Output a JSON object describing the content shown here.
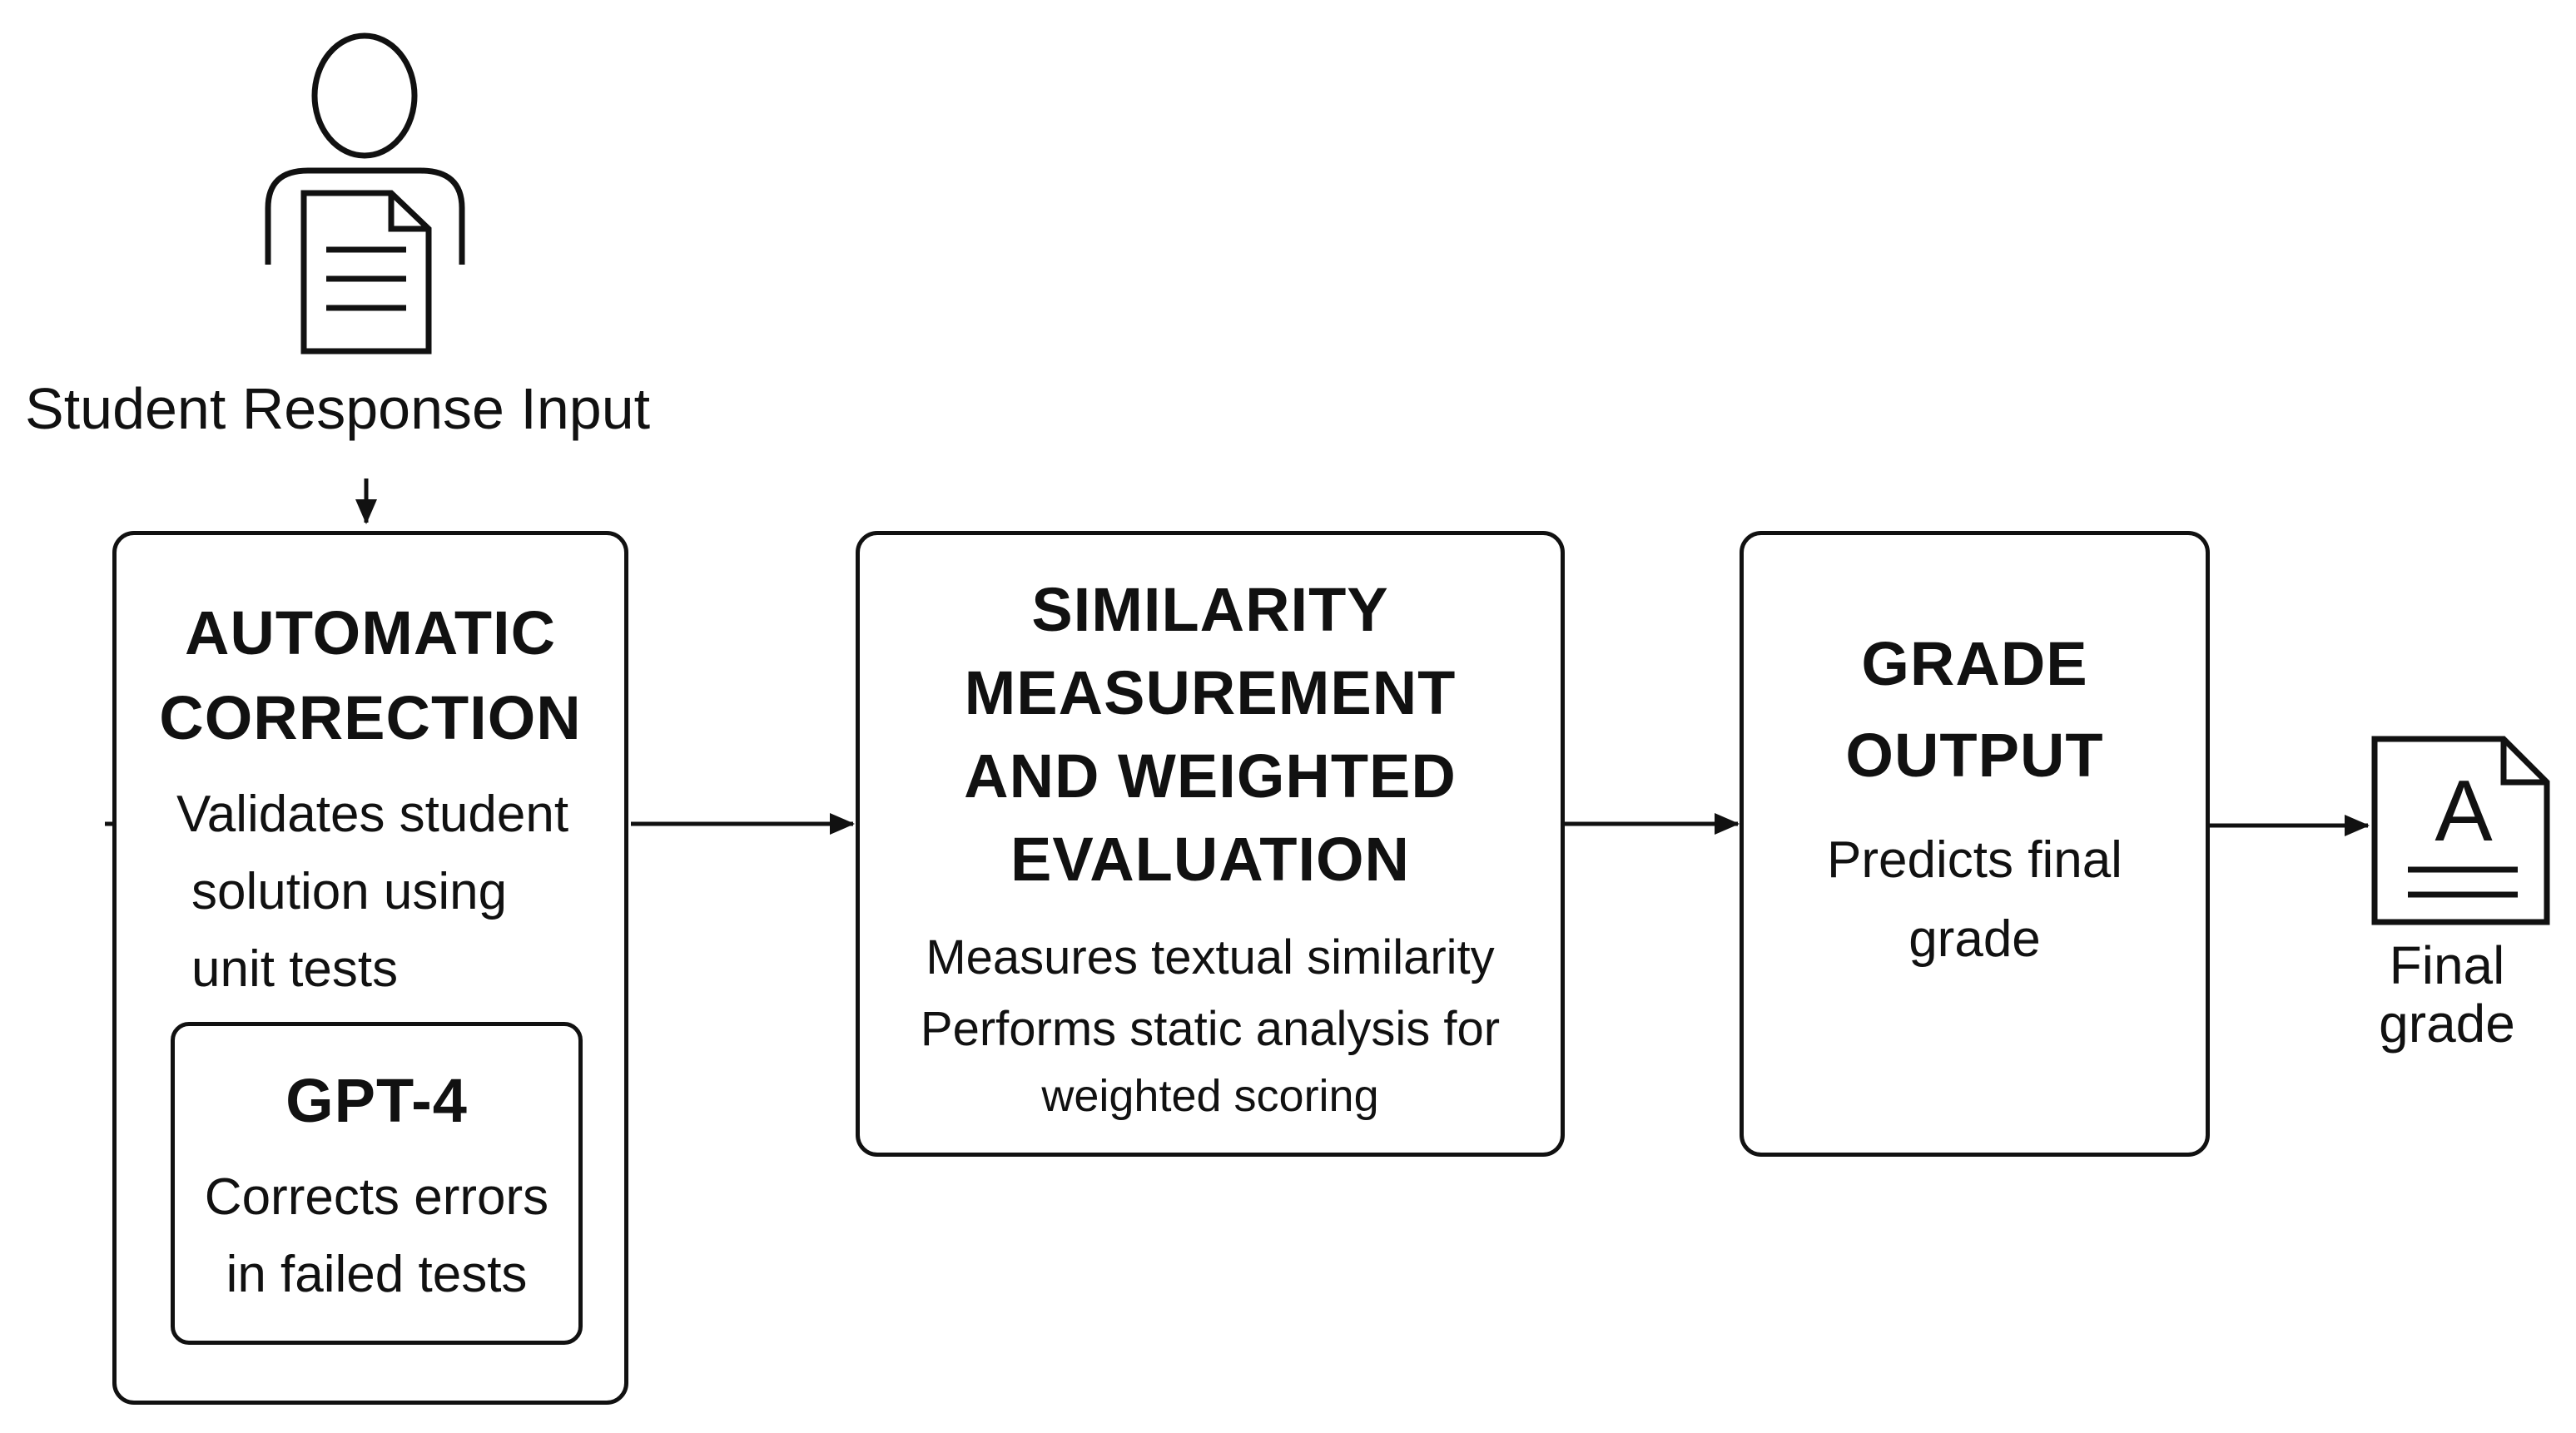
{
  "student": {
    "label": "Student Response Input"
  },
  "stage1": {
    "title_line1": "AUTOMATIC",
    "title_line2": "CORRECTION",
    "desc_line1": "Validates student",
    "desc_line2": "solution using",
    "desc_line3": "unit tests",
    "sub": {
      "title": "GPT-4",
      "desc_line1": "Corrects errors",
      "desc_line2": "in failed tests"
    }
  },
  "stage2": {
    "title_line1": "SIMILARITY",
    "title_line2": "MEASUREMENT",
    "title_line3": "AND WEIGHTED",
    "title_line4": "EVALUATION",
    "desc_line1": "Measures textual similarity",
    "desc_line2": "Performs static analysis for",
    "desc_line3": "weighted scoring"
  },
  "stage3": {
    "title_line1": "GRADE",
    "title_line2": "OUTPUT",
    "desc_line1": "Predicts final",
    "desc_line2": "grade"
  },
  "final": {
    "doc_letter": "A",
    "label_line1": "Final",
    "label_line2": "grade"
  }
}
